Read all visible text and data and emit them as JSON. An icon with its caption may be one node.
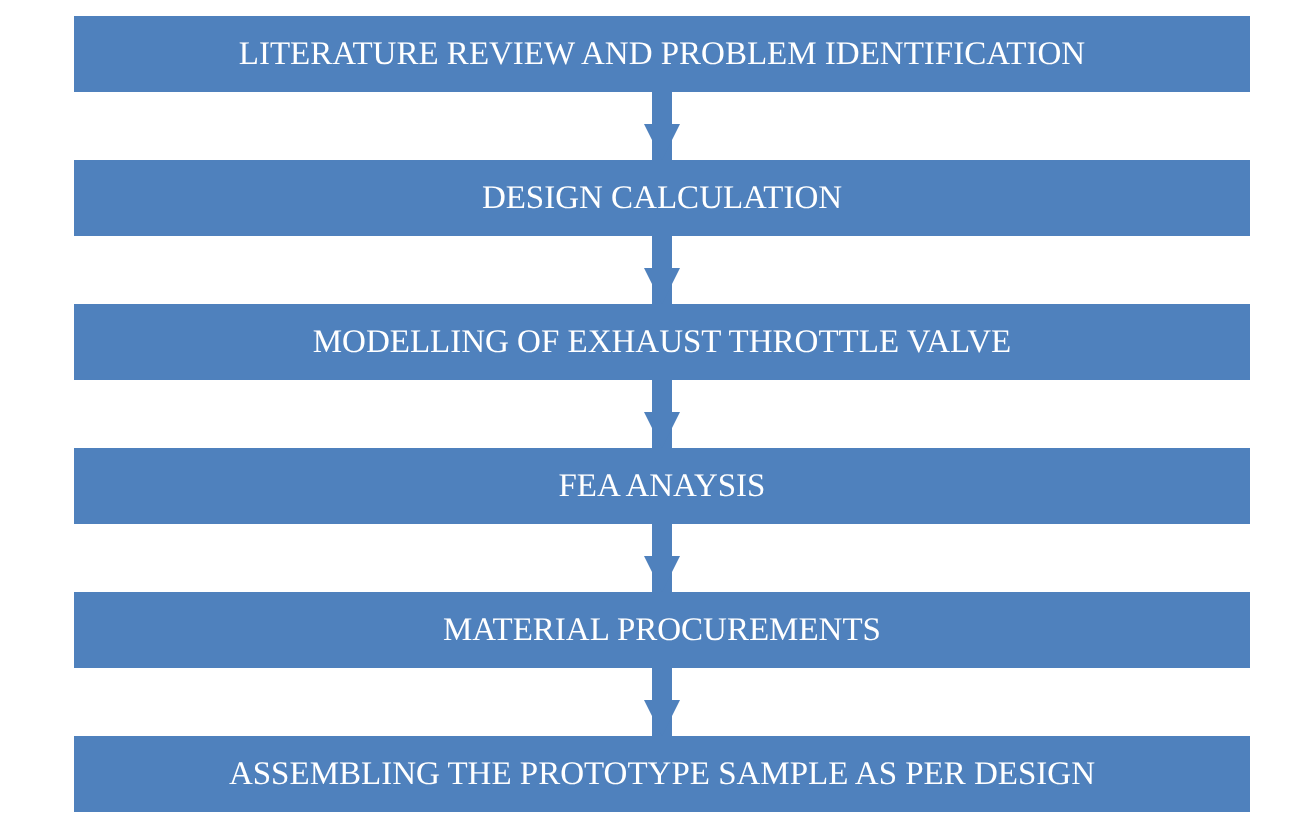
{
  "diagram": {
    "nodes": [
      {
        "text": [
          "LITERATURE REVIEW AND PROBLEM IDENTIFICATION"
        ]
      },
      {
        "text": [
          "DESIGN CALCULATION"
        ]
      },
      {
        "text": [
          "MODELLING OF EXHAUST THROTTLE VALVE"
        ]
      },
      {
        "text": [
          "FEA ANAYSIS"
        ]
      },
      {
        "text": [
          "MATERIAL PROCUREMENTS"
        ]
      },
      {
        "text": [
          "ASSEMBLING THE PROTOTYPE SAMPLE AS PER DESIGN"
        ]
      }
    ],
    "edges": [
      {
        "from": 0,
        "to": 1,
        "arrow": "to"
      },
      {
        "from": 1,
        "to": 2,
        "arrow": "to"
      },
      {
        "from": 2,
        "to": 3,
        "arrow": "to"
      },
      {
        "from": 3,
        "to": 4,
        "arrow": "to"
      },
      {
        "from": 4,
        "to": 5,
        "arrow": "to"
      }
    ]
  }
}
